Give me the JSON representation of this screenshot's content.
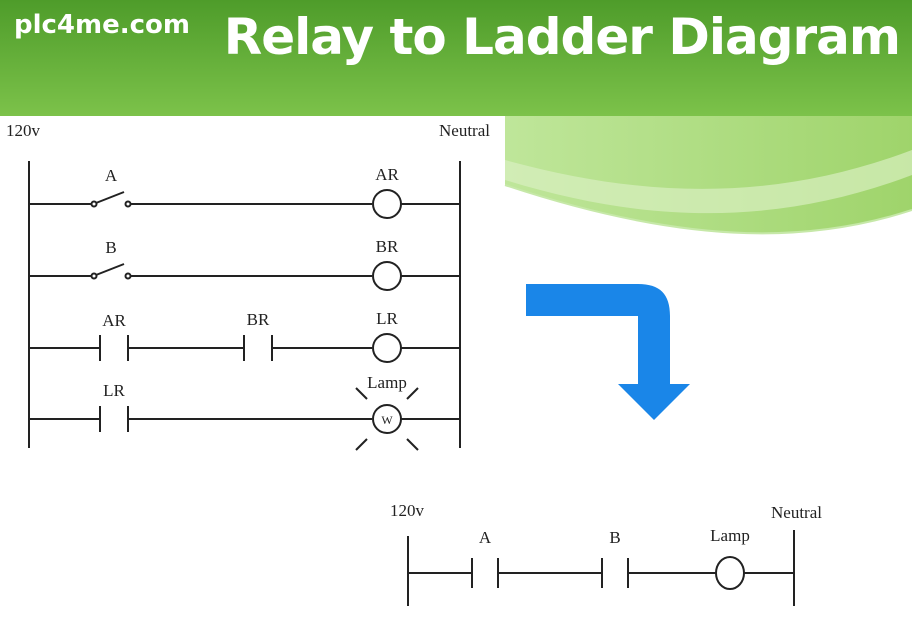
{
  "header": {
    "site_name": "plc4me.com",
    "title": "Relay to Ladder Diagram"
  },
  "relay_diagram": {
    "left_rail": "120v",
    "right_rail": "Neutral",
    "rung1": {
      "switch": "A",
      "coil": "AR"
    },
    "rung2": {
      "switch": "B",
      "coil": "BR"
    },
    "rung3": {
      "contact1": "AR",
      "contact2": "BR",
      "coil": "LR"
    },
    "rung4": {
      "contact": "LR",
      "lamp_label": "Lamp",
      "lamp_symbol": "W"
    }
  },
  "ladder_diagram": {
    "left_rail": "120v",
    "right_rail": "Neutral",
    "contact1": "A",
    "contact2": "B",
    "output": "Lamp"
  },
  "colors": {
    "banner_green": "#5aa832",
    "banner_light": "#a5d96e",
    "arrow_blue": "#1a86e8"
  }
}
